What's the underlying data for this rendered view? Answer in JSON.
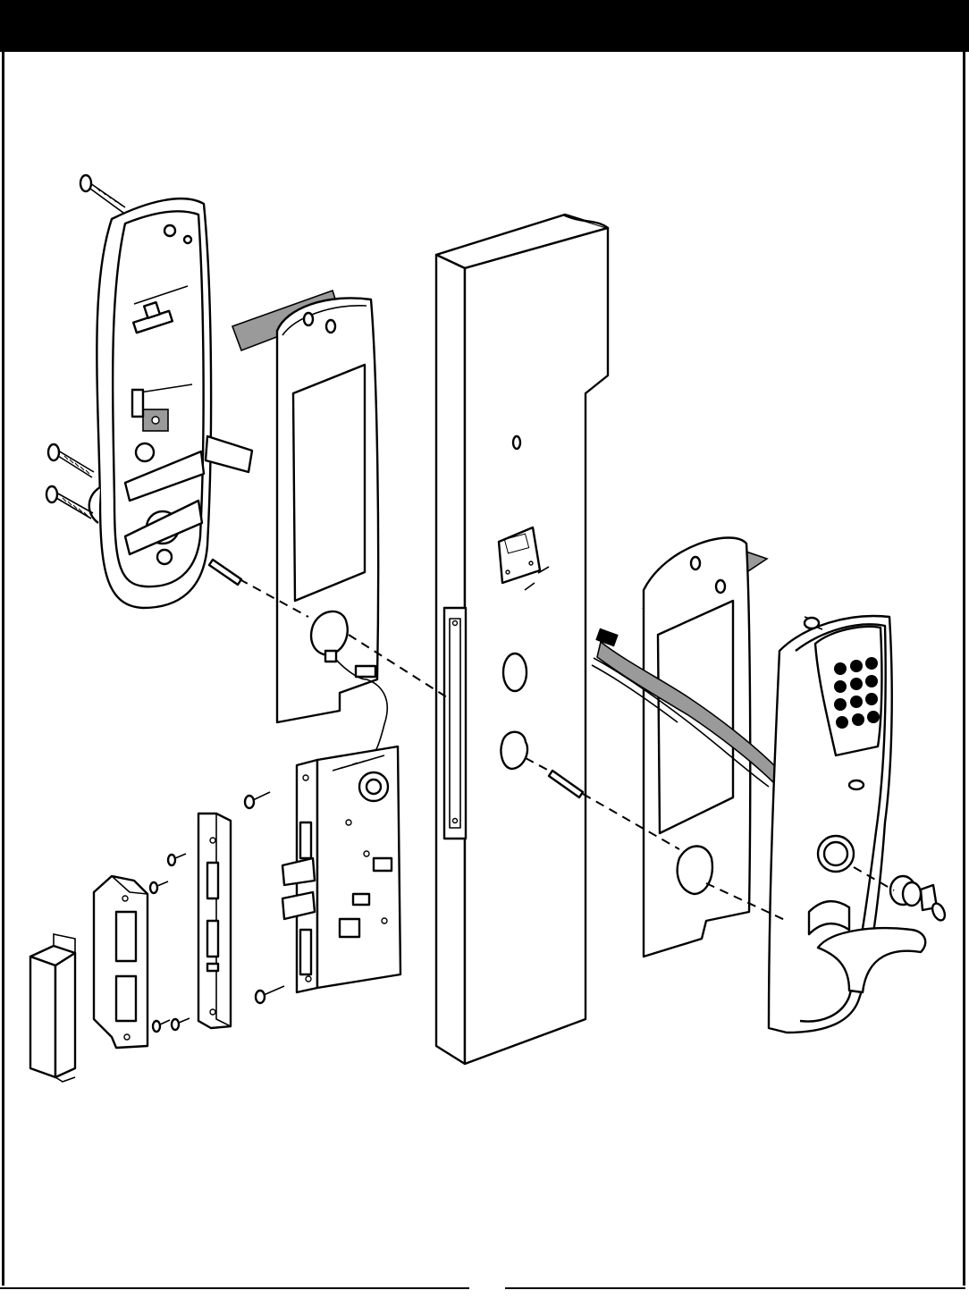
{
  "page": {
    "header_color": "#000000",
    "background_color": "#ffffff",
    "accent_gray": "#9a9a9a"
  },
  "diagram": {
    "keypad_keys": 12,
    "components": [
      "mounting-screw",
      "inside-escutcheon",
      "inside-gasket",
      "door",
      "mortise-lock-body",
      "faceplate",
      "strike-plate",
      "strike-box",
      "outside-gasket",
      "keypad-escutcheon",
      "cylinder",
      "lever-handle",
      "ribbon-cable"
    ]
  }
}
